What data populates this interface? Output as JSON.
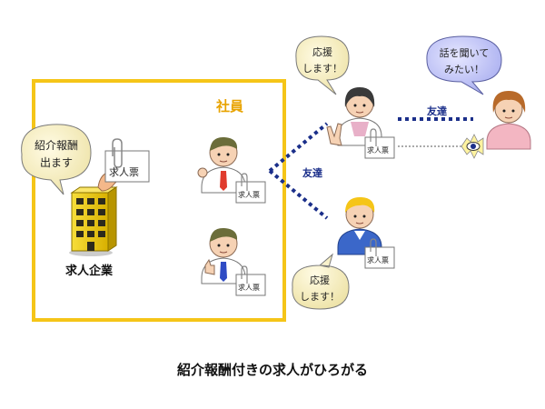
{
  "caption": "紹介報酬付きの求人がひろがる",
  "company": {
    "label": "求人企業",
    "bubble_line1": "紹介報酬",
    "bubble_line2": "出ます",
    "ticket_label": "求人票"
  },
  "employees_label": "社員",
  "small_ticket_label": "求人票",
  "links": {
    "friend_upper": "友達",
    "friend_right": "友達"
  },
  "bubbles": {
    "support_top_line1": "応援",
    "support_top_line2": "します！",
    "support_bottom_line1": "応援",
    "support_bottom_line2": "します！",
    "listen_line1": "話を聞いて",
    "listen_line2": "みたい！"
  },
  "colors": {
    "frame": "#f5c518",
    "employees_label": "#e8a300",
    "dotted_link": "#1b2f8a",
    "bubble_fill": "#f7f1c8",
    "bubble_listen_fill": "#c7caf5",
    "building": "#f2d21b"
  }
}
